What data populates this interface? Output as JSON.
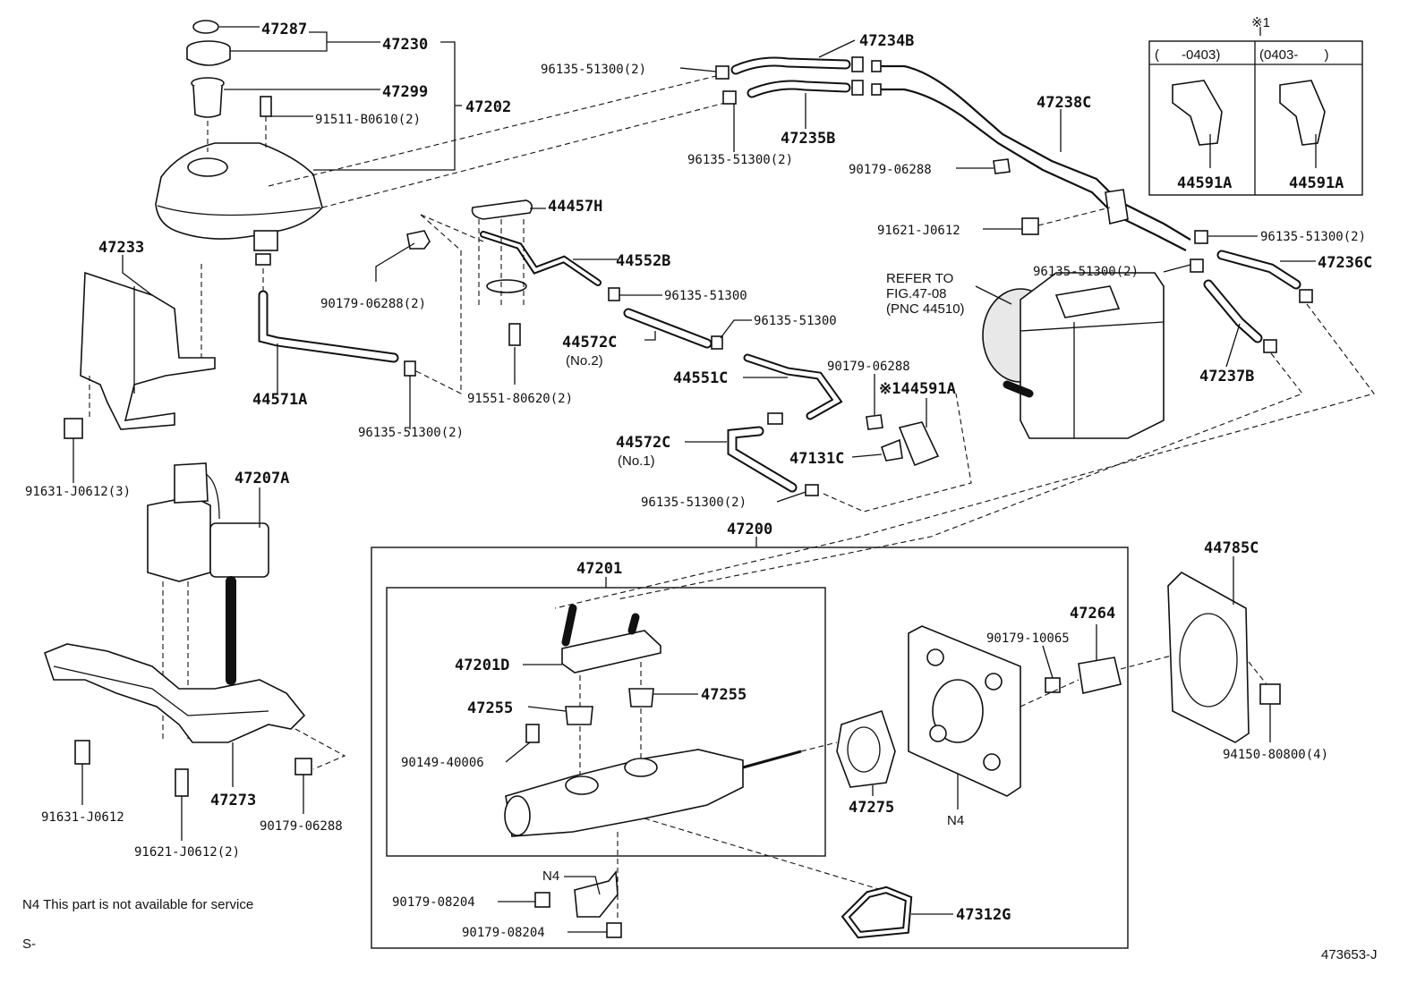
{
  "labels": {
    "p47287": "47287",
    "p47230": "47230",
    "p47299": "47299",
    "p47202": "47202",
    "p91511": "91511-B0610(2)",
    "p47233": "47233",
    "p44571A": "44571A",
    "p91631_3": "91631-J0612(3)",
    "p47207A": "47207A",
    "p91631": "91631-J0612",
    "p91621_2": "91621-J0612(2)",
    "p47273": "47273",
    "p90179_06288_a": "90179-06288",
    "p96135_tl1": "96135-51300(2)",
    "p47234B": "47234B",
    "p47235B": "47235B",
    "p96135_tl2": "96135-51300(2)",
    "p44457H": "44457H",
    "p44552B": "44552B",
    "p90179_06288_2": "90179-06288(2)",
    "p96135_mid1": "96135-51300",
    "p96135_mid2": "96135-51300",
    "p44572C_no2": "44572C",
    "no2": "(No.2)",
    "p91551": "91551-80620(2)",
    "p96135_low": "96135-51300(2)",
    "p44551C": "44551C",
    "p90179_06288_b": "90179-06288",
    "p144591A": "※144591A",
    "p47131C": "47131C",
    "p44572C_no1": "44572C",
    "no1": "(No.1)",
    "p96135_bot": "96135-51300(2)",
    "p47238C": "47238C",
    "p90179_06288_c": "90179-06288",
    "p91621": "91621-J0612",
    "p96135_r1": "96135-51300(2)",
    "p96135_r2": "96135-51300(2)",
    "p47236C": "47236C",
    "p47237B": "47237B",
    "refer1": "REFER TO",
    "refer2": "FIG.47-08",
    "refer3": "(PNC 44510)",
    "star1": "※1",
    "inset_left": "(      -0403)",
    "inset_right": "(0403-       )",
    "p44591A_l": "44591A",
    "p44591A_r": "44591A",
    "p47200": "47200",
    "p47201": "47201",
    "p47201D": "47201D",
    "p47255_l": "47255",
    "p47255_r": "47255",
    "p90149": "90149-40006",
    "n4_a": "N4",
    "p90179_08204_a": "90179-08204",
    "p90179_08204_b": "90179-08204",
    "p47312G": "47312G",
    "p47275": "47275",
    "n4_b": "N4",
    "p90179_10065": "90179-10065",
    "p47264": "47264",
    "p44785C": "44785C",
    "p94150": "94150-80800(4)",
    "note_n4": "N4 This part is not available for service",
    "s_mark": "S-",
    "fig_id": "473653-J"
  }
}
